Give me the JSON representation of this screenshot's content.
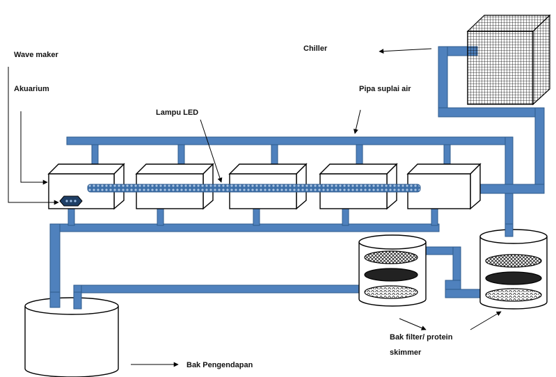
{
  "labels": {
    "wave_maker": "Wave maker",
    "akuarium": "Akuarium",
    "lampu_led": "Lampu LED",
    "chiller": "Chiller",
    "pipa_suplai_air": "Pipa suplai air",
    "bak_filter_line1": "Bak filter/ protein",
    "bak_filter_line2": "skimmer",
    "bak_pengendapan": "Bak Pengendapan"
  },
  "colors": {
    "pipe": "#4f81bd",
    "pipe_stroke": "#2e5a8c",
    "outline": "#000000",
    "led_strip": "#4f81bd"
  }
}
